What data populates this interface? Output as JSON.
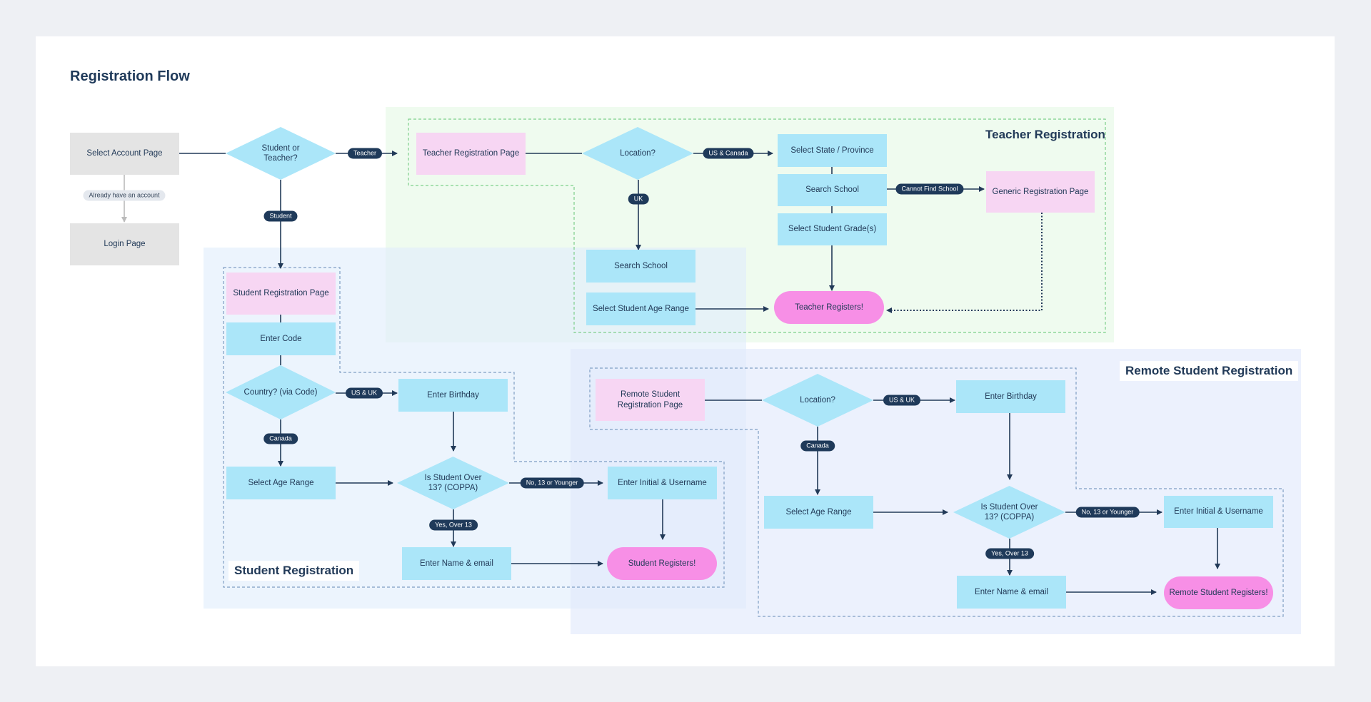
{
  "diagram": {
    "title": "Registration Flow",
    "regions": {
      "teacher": "Teacher Registration",
      "remote": "Remote Student Registration",
      "student": "Student Registration"
    },
    "nodes": {
      "select_account": "Select Account Page",
      "student_or_teacher": "Student or Teacher?",
      "login": "Login Page",
      "teacher_reg_page": "Teacher Registration Page",
      "teacher_location": "Location?",
      "select_state": "Select State / Province",
      "teacher_search_school": "Search School",
      "select_grade": "Select Student Grade(s)",
      "generic_reg": "Generic Registration Page",
      "uk_search_school": "Search School",
      "select_student_age_range": "Select Student Age Range",
      "teacher_registers": "Teacher Registers!",
      "student_reg_page": "Student Registration Page",
      "enter_code": "Enter Code",
      "country_via_code": "Country? (via Code)",
      "student_enter_birthday": "Enter Birthday",
      "student_select_age_range": "Select Age Range",
      "student_over13": "Is Student Over 13? (COPPA)",
      "student_initial_username": "Enter Initial & Username",
      "student_name_email": "Enter Name & email",
      "student_registers": "Student Registers!",
      "remote_reg_page": "Remote Student Registration Page",
      "remote_location": "Location?",
      "remote_enter_birthday": "Enter Birthday",
      "remote_select_age_range": "Select Age Range",
      "remote_over13": "Is Student Over 13? (COPPA)",
      "remote_initial_username": "Enter Initial & Username",
      "remote_name_email": "Enter Name & email",
      "remote_registers": "Remote Student Registers!"
    },
    "edge_labels": {
      "teacher": "Teacher",
      "student": "Student",
      "already_account": "Already have an account",
      "us_canada": "US & Canada",
      "uk": "UK",
      "cannot_find_school": "Cannot Find School",
      "us_uk": "US & UK",
      "canada": "Canada",
      "no_13_younger": "No, 13 or Younger",
      "yes_over_13": "Yes, Over 13",
      "remote_us_uk": "US & UK",
      "remote_canada": "Canada",
      "remote_no_13_younger": "No, 13 or Younger",
      "remote_yes_over_13": "Yes, Over 13"
    },
    "colors": {
      "process": "#abe6f9",
      "page": "#f7d6f3",
      "terminal": "#f78fe6",
      "neutral": "#e4e4e4",
      "line": "#223a58",
      "teacher_region": "#eefbef",
      "student_region": "#eaf4fc",
      "remote_region": "#eef3fc"
    }
  }
}
